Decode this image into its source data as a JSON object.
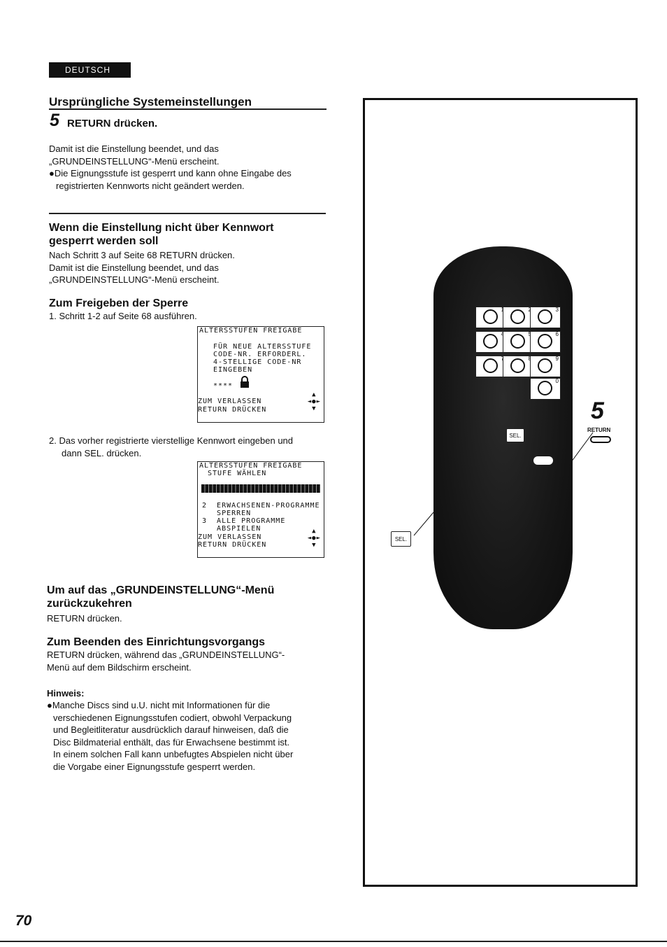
{
  "header": {
    "language_tag": "DEUTSCH"
  },
  "section1": {
    "heading": "Ursprüngliche Systemeinstellungen",
    "step_number": "5",
    "step_title": "RETURN drücken.",
    "paragraph_lines": [
      "Damit ist die Einstellung beendet, und das",
      "„GRUNDEINSTELLUNG“-Menü erscheint."
    ],
    "bullet_lines": [
      "●Die Eignungsstufe ist gesperrt und kann ohne Eingabe des",
      "registrierten Kennworts nicht geändert werden."
    ]
  },
  "section2": {
    "heading_lines": [
      "Wenn die Einstellung nicht über Kennwort",
      "gesperrt werden soll"
    ],
    "text_lines": [
      "Nach Schritt 3 auf Seite 68 RETURN drücken.",
      "Damit ist die Einstellung beendet, und das",
      "„GRUNDEINSTELLUNG“-Menü erscheint."
    ]
  },
  "section3": {
    "heading": "Zum Freigeben der Sperre",
    "step1": "1.  Schritt 1-2 auf Seite 68 ausführen.",
    "screen1": {
      "title": "ALTERSSTUFEN FREIGABE",
      "lines": [
        "FÜR NEUE ALTERSSTUFE",
        "CODE-NR. ERFORDERL.",
        "4-STELLIGE CODE-NR",
        "EINGEBEN"
      ],
      "code": "****",
      "exit": "ZUM VERLASSEN",
      "return": "RETURN DRÜCKEN"
    },
    "step2_lines": [
      "2.  Das vorher registrierte vierstellige Kennwort eingeben und",
      "dann SEL. drücken."
    ],
    "screen2": {
      "title": "ALTERSSTUFEN FREIGABE",
      "subtitle": "STUFE WÄHLEN",
      "option2_lines": [
        "2  ERWACHSENEN-PROGRAMME",
        "   SPERREN"
      ],
      "option3_lines": [
        "3  ALLE PROGRAMME",
        "   ABSPIELEN"
      ],
      "exit": "ZUM VERLASSEN",
      "return": "RETURN DRÜCKEN"
    }
  },
  "section4": {
    "heading_lines": [
      "Um auf das „GRUNDEINSTELLUNG“-Menü",
      "zurückzukehren"
    ],
    "text": "RETURN drücken."
  },
  "section5": {
    "heading": "Zum Beenden des Einrichtungsvorgangs",
    "text_lines": [
      "RETURN drücken, während das „GRUNDEINSTELLUNG“-",
      "Menü auf dem Bildschirm erscheint."
    ]
  },
  "note": {
    "heading": "Hinweis:",
    "lines": [
      "●Manche Discs sind u.U. nicht mit Informationen für die",
      "verschiedenen Eignungsstufen codiert, obwohl Verpackung",
      "und Begleitliteratur ausdrücklich darauf hinweisen, daß die",
      "Disc Bildmaterial enthält, das für Erwachsene bestimmt ist.",
      "In einem solchen Fall kann unbefugtes Abspielen nicht über",
      "die Vorgabe einer Eignungsstufe gesperrt werden."
    ]
  },
  "figure": {
    "keys": [
      "1",
      "2",
      "3",
      "4",
      "5",
      "6",
      "7",
      "8",
      "9",
      "0"
    ],
    "sel_label": "SEL.",
    "step_callout": "5",
    "return_label": "RETURN"
  },
  "footer": {
    "page_number": "70"
  }
}
